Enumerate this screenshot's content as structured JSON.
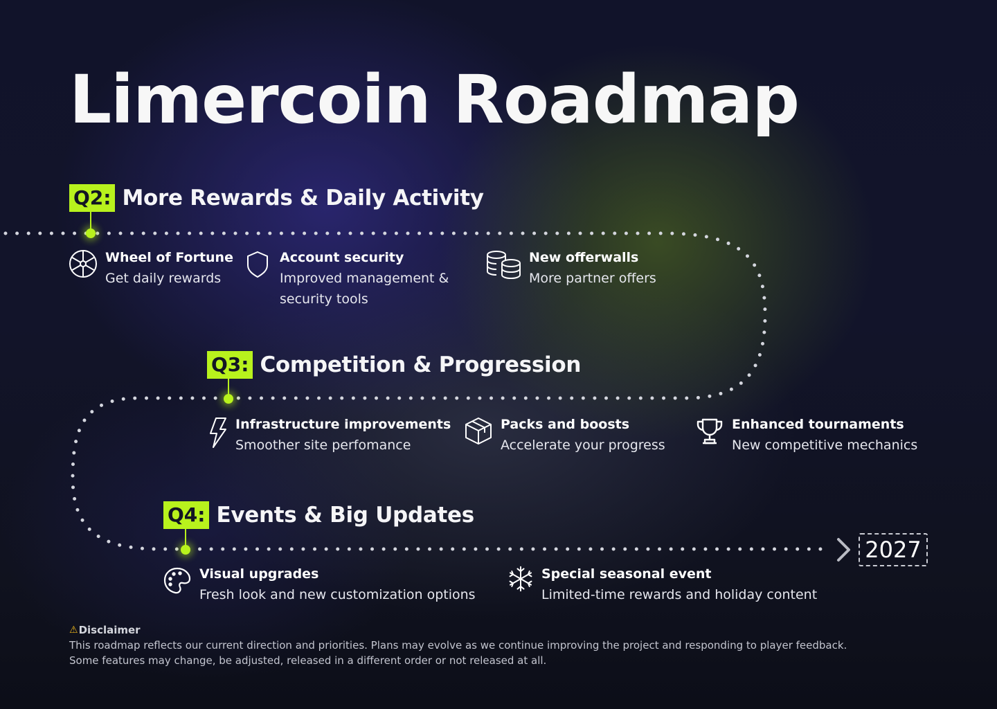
{
  "title": "Limercoin Roadmap",
  "accent_color": "#b8f21d",
  "quarters": [
    {
      "badge": "Q2:",
      "title": "More Rewards & Daily Activity",
      "items": [
        {
          "icon": "wheel-icon",
          "heading": "Wheel of Fortune",
          "lines": [
            "Get daily rewards"
          ]
        },
        {
          "icon": "shield-icon",
          "heading": "Account security",
          "lines": [
            "Improved management &",
            "security tools"
          ]
        },
        {
          "icon": "coins-stack-icon",
          "heading": "New offerwalls",
          "lines": [
            "More partner offers"
          ]
        }
      ]
    },
    {
      "badge": "Q3:",
      "title": "Competition & Progression",
      "items": [
        {
          "icon": "lightning-icon",
          "heading": "Infrastructure improvements",
          "lines": [
            "Smoother site perfomance"
          ]
        },
        {
          "icon": "box-icon",
          "heading": "Packs and boosts",
          "lines": [
            "Accelerate your progress"
          ]
        },
        {
          "icon": "trophy-icon",
          "heading": "Enhanced tournaments",
          "lines": [
            "New competitive mechanics"
          ]
        }
      ]
    },
    {
      "badge": "Q4:",
      "title": "Events & Big Updates",
      "items": [
        {
          "icon": "palette-icon",
          "heading": "Visual upgrades",
          "lines": [
            "Fresh look and new customization options"
          ]
        },
        {
          "icon": "snowflake-icon",
          "heading": "Special seasonal event",
          "lines": [
            "Limited-time rewards and holiday content"
          ]
        }
      ]
    }
  ],
  "next_year": "2027",
  "disclaimer": {
    "icon": "warning-icon",
    "icon_glyph": "⚠",
    "heading": "Disclaimer",
    "line1": "This roadmap reflects our current direction and priorities. Plans may evolve as we continue improving the project and responding to player feedback.",
    "line2": "Some features may change, be adjusted, released in a different order or not released at all."
  }
}
